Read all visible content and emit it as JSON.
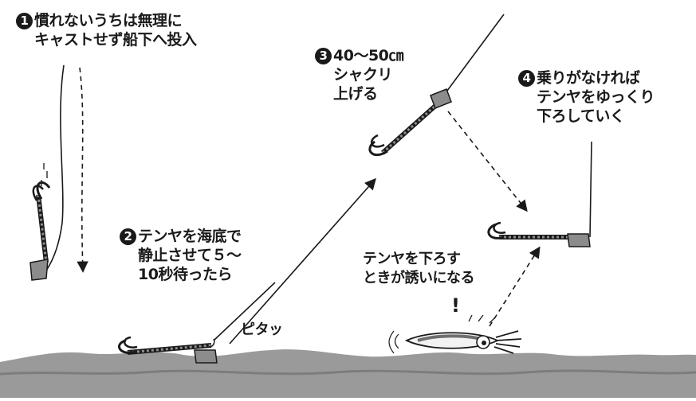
{
  "steps": [
    {
      "num": "1",
      "lines": [
        "慣れないうちは無理に",
        "キャストせず船下へ投入"
      ]
    },
    {
      "num": "2",
      "lines": [
        "テンヤを海底で",
        "静止させて５～",
        "10秒待ったら"
      ]
    },
    {
      "num": "3",
      "lines": [
        "40～50㎝",
        "シャクリ",
        "上げる"
      ]
    },
    {
      "num": "4",
      "lines": [
        "乗りがなければ",
        "テンヤをゆっくり",
        "下ろしていく"
      ]
    }
  ],
  "annotations": {
    "pitatt": "ピタッ",
    "lure_line1": "テンヤを下ろす",
    "lure_line2": "ときが誘いになる",
    "exclaim": "!"
  },
  "colors": {
    "ink": "#1a1a1a",
    "seabed": "#9a9a9a",
    "seabed_dark": "#7d7d7d",
    "sinker": "#8c8c8c",
    "squid_body": "#f2f2f2",
    "squid_stripe": "#6e6e6e"
  }
}
